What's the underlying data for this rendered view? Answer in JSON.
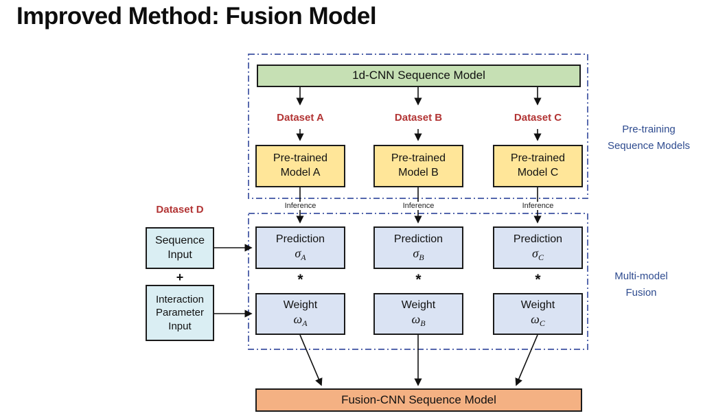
{
  "title": "Improved Method: Fusion Model",
  "top": {
    "cnn_model": "1d-CNN Sequence Model"
  },
  "regions": {
    "pretraining_label": "Pre-training\nSequence Models",
    "fusion_label": "Multi-model\nFusion"
  },
  "columns": [
    {
      "dataset": "Dataset A",
      "pretrained_model": "Pre-trained\nModel A",
      "inference": "Inference",
      "prediction": "Prediction",
      "sigma": "σ",
      "sigma_sub": "A",
      "weight": "Weight",
      "omega": "ω",
      "omega_sub": "A"
    },
    {
      "dataset": "Dataset B",
      "pretrained_model": "Pre-trained\nModel B",
      "inference": "Inference",
      "prediction": "Prediction",
      "sigma": "σ",
      "sigma_sub": "B",
      "weight": "Weight",
      "omega": "ω",
      "omega_sub": "B"
    },
    {
      "dataset": "Dataset C",
      "pretrained_model": "Pre-trained\nModel C",
      "inference": "Inference",
      "prediction": "Prediction",
      "sigma": "σ",
      "sigma_sub": "C",
      "weight": "Weight",
      "omega": "ω",
      "omega_sub": "C"
    }
  ],
  "inputs": {
    "dataset": "Dataset D",
    "sequence_input": "Sequence\nInput",
    "plus": "+",
    "interaction_input": "Interaction\nParameter\nInput"
  },
  "symbols": {
    "star": "*"
  },
  "output": {
    "fusion_model": "Fusion-CNN Sequence Model"
  },
  "colors": {
    "green_box": "#c6e0b4",
    "yellow_box": "#ffe699",
    "lavender_box": "#dae3f3",
    "light_blue_box": "#daeef3",
    "orange_box": "#f4b183",
    "dashed_border": "#3c50a0",
    "dataset_text": "#b23434",
    "region_text": "#2e4b8f"
  }
}
